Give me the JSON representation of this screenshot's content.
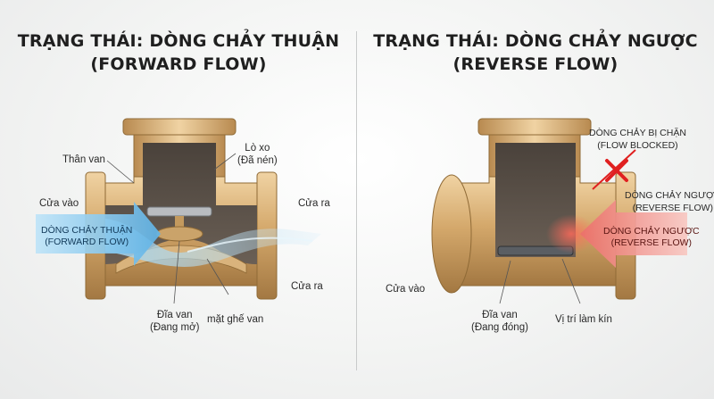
{
  "left": {
    "title_line1": "TRẠNG THÁI: DÒNG CHẢY THUẬN",
    "title_line2": "(FORWARD FLOW)",
    "labels": {
      "body_label": "Thân van",
      "spring_line1": "Lò xo",
      "spring_line2": "(Đã nén)",
      "inlet": "Cửa vào",
      "outlet_top": "Cửa ra",
      "outlet_bottom": "Cửa ra",
      "disc_line1": "Đĩa van",
      "disc_line2": "(Đang mở)",
      "seat": "mặt ghế van"
    },
    "arrow_line1": "DÒNG CHẢY THUẬN",
    "arrow_line2": "(FORWARD FLOW)"
  },
  "right": {
    "title_line1": "TRẠNG THÁI: DÒNG CHẢY NGƯỢC",
    "title_line2": "(REVERSE FLOW)",
    "labels": {
      "blocked_line1": "DÒNG CHẢY BỊ CHẶN",
      "blocked_line2": "(FLOW BLOCKED)",
      "reverse_line1": "DÒNG CHẢY NGƯỢC",
      "reverse_line2": "(REVERSE FLOW)",
      "inlet": "Cửa vào",
      "disc_line1": "Đĩa van",
      "disc_line2": "(Đang đóng)",
      "seal": "Vị trí làm kín"
    },
    "arrow_line1": "DÒNG CHẢY NGƯỢC",
    "arrow_line2": "(REVERSE FLOW)"
  },
  "colors": {
    "brass_light": "#e6c592",
    "brass_mid": "#c79a5c",
    "brass_dark": "#8f6a36",
    "cavity": "#5b5148",
    "forward_arrow": "#7cc6ee",
    "reverse_arrow": "#f08a86",
    "block_x": "#e02020"
  }
}
